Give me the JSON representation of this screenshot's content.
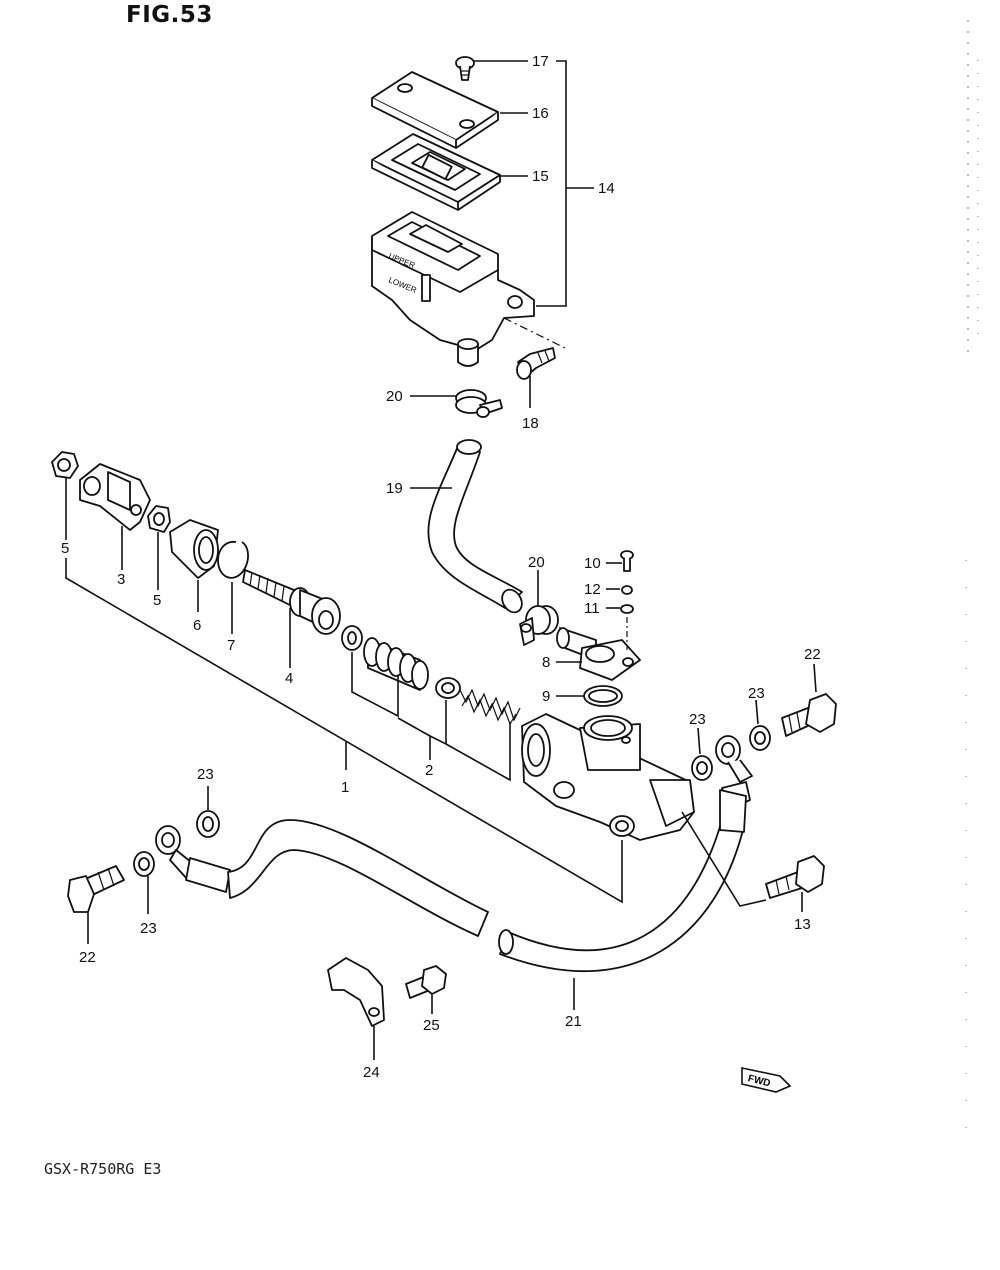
{
  "header": {
    "figure_title": "FIG.53"
  },
  "footer": {
    "model": "GSX-R750RG  E3"
  },
  "reservoir_markings": {
    "upper": "UPPER",
    "lower": "LOWER"
  },
  "fwd_badge": "FWD",
  "callouts": {
    "c17": "17",
    "c16": "16",
    "c15": "15",
    "c14": "14",
    "c18": "18",
    "c20a": "20",
    "c19": "19",
    "c20b": "20",
    "c10": "10",
    "c12": "12",
    "c11": "11",
    "c8": "8",
    "c9": "9",
    "c5a": "5",
    "c3": "3",
    "c5b": "5",
    "c6": "6",
    "c7": "7",
    "c4": "4",
    "c1": "1",
    "c2": "2",
    "c22a": "22",
    "c23a": "23",
    "c23b": "23",
    "c13": "13",
    "c23c": "23",
    "c23d": "23",
    "c22b": "22",
    "c21": "21",
    "c24": "24",
    "c25": "25"
  }
}
